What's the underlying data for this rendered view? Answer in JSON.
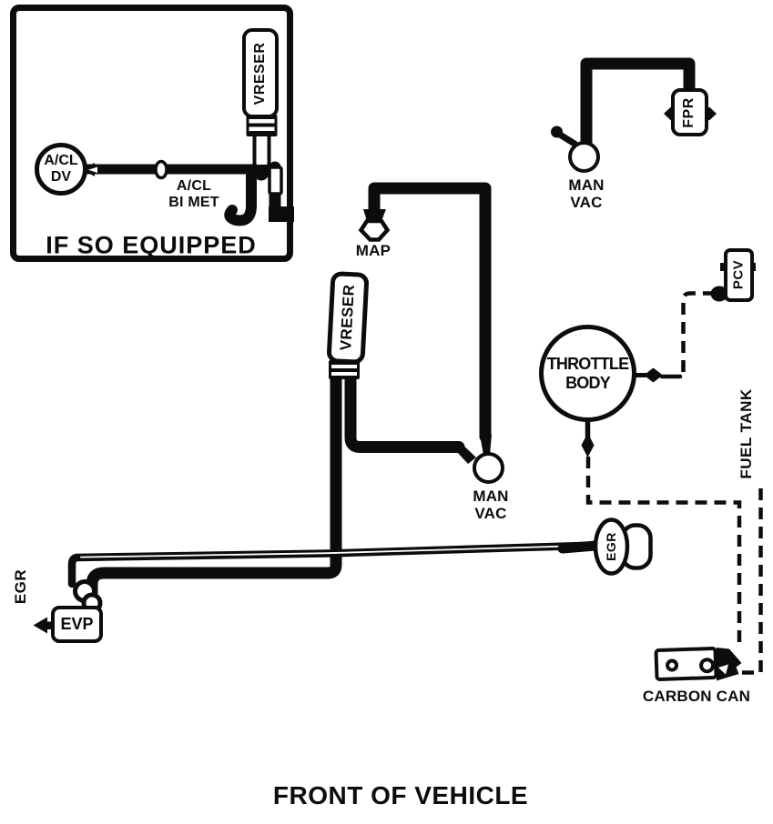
{
  "colors": {
    "ink": "#0c0c0c",
    "paper": "#ffffff"
  },
  "inset": {
    "title": "IF SO EQUIPPED",
    "vreser": "VRESER",
    "acl_dv": {
      "line1": "A/CL",
      "line2": "DV"
    },
    "acl_bimet": {
      "line1": "A/CL",
      "line2": "BI MET"
    }
  },
  "labels": {
    "map": "MAP",
    "vreser": "VRESER",
    "man_vac_top": {
      "line1": "MAN",
      "line2": "VAC"
    },
    "man_vac_mid": {
      "line1": "MAN",
      "line2": "VAC"
    },
    "fpr": "FPR",
    "pcv": "PCV",
    "throttle_body": {
      "line1": "THROTTLE",
      "line2": "BODY"
    },
    "fuel_tank": "FUEL TANK",
    "egr_line": "EGR",
    "egr_valve": "EGR",
    "evp": "EVP",
    "carbon_can": "CARBON CAN"
  },
  "footer": {
    "label": "FRONT OF VEHICLE"
  }
}
